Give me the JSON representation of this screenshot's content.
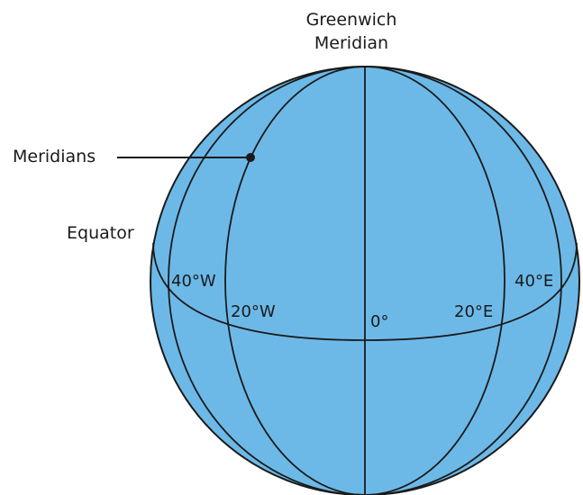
{
  "colors": {
    "globe_fill": "#6cb9e8",
    "line_color": "#1a1a1a"
  },
  "labels": {
    "greenwich_line1": "Greenwich",
    "greenwich_line2": "Meridian",
    "meridians": "Meridians",
    "equator": "Equator"
  },
  "longitudes": {
    "w40": "40°W",
    "w20": "20°W",
    "zero": "0°",
    "e20": "20°E",
    "e40": "40°E"
  }
}
